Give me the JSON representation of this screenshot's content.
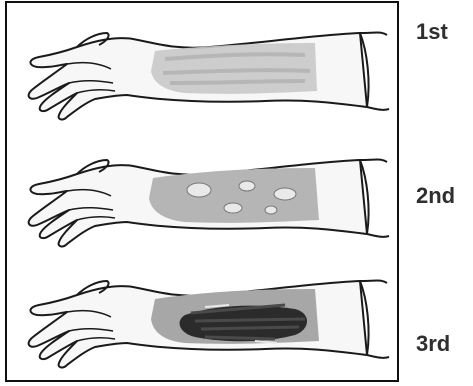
{
  "labels": {
    "first": "1st",
    "second": "2nd",
    "third": "3rd"
  },
  "colors": {
    "outline": "#1a1a1a",
    "skin": "#f7f7f7",
    "burn_light": "#c8c8c8",
    "burn_mid": "#a7a7a7",
    "blister": "#e9e9e9",
    "char": "#2b2b2b"
  }
}
